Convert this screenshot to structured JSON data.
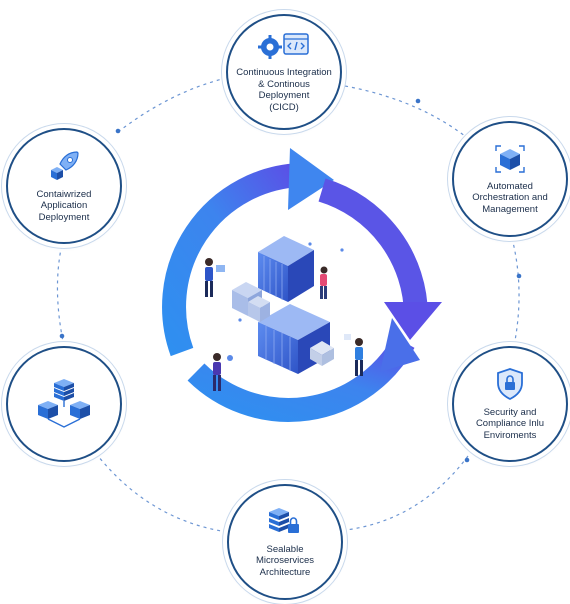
{
  "nodes": {
    "cicd": {
      "label": "Continuous Integration\n& Continous Deployment\n(CICD)",
      "icon": "gear-code-icon"
    },
    "orchestration": {
      "label": "Automated\nOrchestration and\nManagement",
      "icon": "orchestration-cube-icon"
    },
    "security": {
      "label": "Security and\nCompliance Inlu\nEnviroments",
      "icon": "shield-lock-icon"
    },
    "microservices": {
      "label": "Sealable Microservices\nArchitecture",
      "icon": "stack-lock-icon"
    },
    "infrastructure": {
      "label": "",
      "icon": "stacked-cubes-icon"
    },
    "containerized": {
      "label": "Contaiwrized\nApplication\nDeployment",
      "icon": "rocket-cube-icon"
    }
  },
  "colors": {
    "ring_start": "#2f8ff0",
    "ring_end": "#5b4fe6",
    "node_border": "#1f4f86",
    "connector": "#5f8fd0",
    "container_blue": "#3b6fd8",
    "accent": "#2a6fd6"
  }
}
